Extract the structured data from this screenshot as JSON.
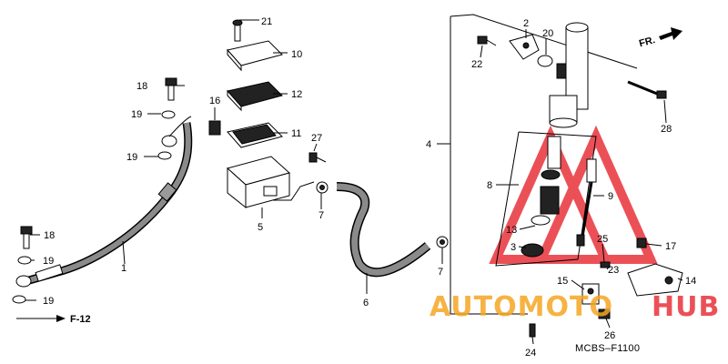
{
  "diagram": {
    "code": "MCBS–F1100",
    "fr_label": "FR.",
    "ref_label": "F-12",
    "callouts": {
      "c1": "1",
      "c2": "2",
      "c3": "3",
      "c4": "4",
      "c5": "5",
      "c6": "6",
      "c7a": "7",
      "c7b": "7",
      "c8": "8",
      "c9": "9",
      "c10": "10",
      "c11": "11",
      "c12": "12",
      "c13": "13",
      "c14": "14",
      "c15": "15",
      "c16": "16",
      "c17": "17",
      "c18a": "18",
      "c18b": "18",
      "c19a": "19",
      "c19b": "19",
      "c19c": "19",
      "c19d": "19",
      "c20": "20",
      "c21": "21",
      "c22": "22",
      "c23": "23",
      "c24": "24",
      "c25": "25",
      "c26": "26",
      "c27": "27",
      "c28": "28"
    }
  },
  "watermark": {
    "text_a": "AUTOMOTO",
    "text_b": "HUB",
    "color_orange": "#f5a623",
    "color_red": "#e8323a"
  }
}
